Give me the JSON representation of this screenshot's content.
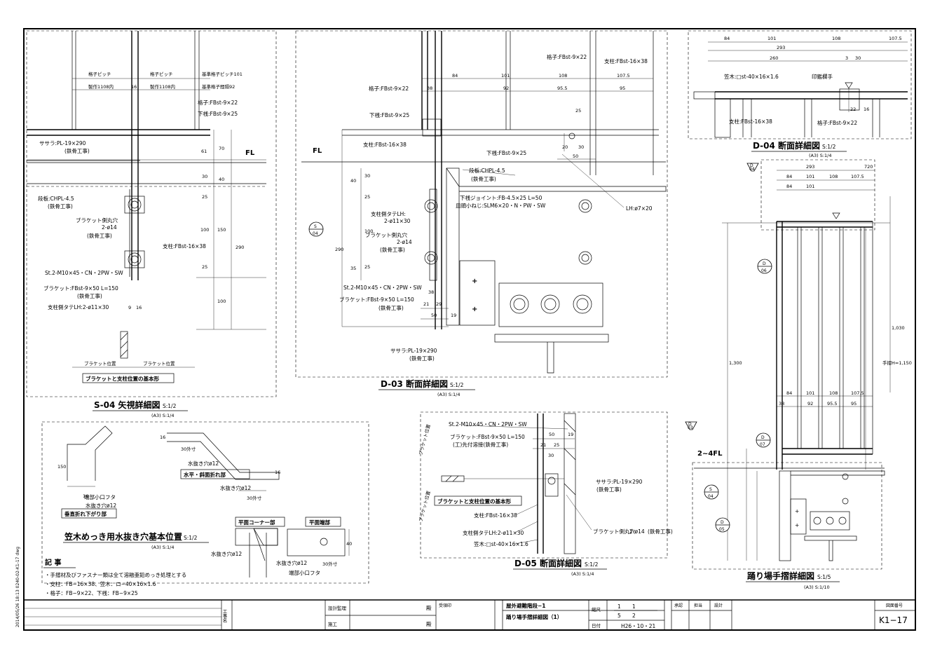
{
  "drawing": {
    "views": {
      "s04": {
        "title": "S-04 矢視詳細図",
        "scale": "S:1/2",
        "a3scale": "(A3) S:1/4",
        "basic_title": "ブラケットと支柱位置の基本形",
        "bracket_pos": "ブラケット位置"
      },
      "d03": {
        "title": "D-03 断面詳細図",
        "scale": "S:1/2",
        "a3scale": "(A3) S:1/4"
      },
      "d04": {
        "title": "D-04 断面詳細図",
        "scale": "S:1/2",
        "a3scale": "(A3) S:1/4"
      },
      "d05": {
        "title": "D-05 断面詳細図",
        "scale": "S:1/2",
        "a3scale": "(A3) S:1/4",
        "basic_title": "ブラケットと支柱位置の基本形",
        "bracket_pos": "ブラケット位置"
      },
      "drain": {
        "title": "笠木めっき用水抜き穴基本位置",
        "scale": "S:1/2",
        "a3scale": "(A3) S:1/4",
        "vertical": "垂直折れ下がり部",
        "horizontal": "水平・斜面折れ部",
        "corner": "平面コーナー部",
        "end": "平面端部"
      },
      "landing": {
        "title": "踊り場手摺詳細図",
        "scale": "S:1/5",
        "a3scale": "(A3) S:1/10",
        "fl_label": "2~4FL"
      }
    },
    "labels": {
      "sasara": "ササラ:PL-19×290",
      "tekkotsu": "(鉄骨工事)",
      "danita": "段板:CHPL-4.5",
      "bracket_hole": "ブラケット側丸穴",
      "hole14": "2-ø14",
      "shichu": "支柱:FBst-16×38",
      "bolt": "St.2-M10×45・CN・2PW・SW",
      "bracket": "ブラケット:FBst-9×50 L=150",
      "shichu_hole": "支柱側タテLH:2-ø11×30",
      "koshi": "格子:FBst-9×22",
      "shitasan": "下桟:FBst-9×25",
      "joint": "下桟ジョイント:FB-4.5×25 L=50",
      "screw": "皿頭小ねじ:SLM6×20・N・PW・SW",
      "lh": "LH:ø7×20",
      "kasagi": "笠木:□st-40×16×1.6",
      "marker": "印鑑欄手",
      "weld": "(工)先付溶接(鉄骨工事)",
      "mizunuki": "水抜き穴ø12",
      "endcap": "端部小口フタ",
      "fl": "FL",
      "koshi_pitch": "格子ピッチ",
      "std_pitch": "基準格子ピッチ101",
      "base_pitch": "基準格子間隔92",
      "inner1": "製作1108内",
      "inner2": "製作1108内",
      "hole_size": "30外寸",
      "shichu_tate": "支柱側タテLH:",
      "tate_hole": "2-ø11×30",
      "bracket_round": "ブラケット側丸穴"
    },
    "dims": {
      "d03_top": [
        "84",
        "101",
        "108",
        "107.5"
      ],
      "d03_mid": [
        "38",
        "92",
        "95.5",
        "95"
      ],
      "d04_top": [
        "84",
        "101",
        "108",
        "107.5"
      ],
      "d04_row2": "293",
      "d04_row3": "260",
      "d04_small": [
        "3",
        "30"
      ],
      "landing_top": [
        "293",
        "720"
      ],
      "landing_row": [
        "84",
        "101",
        "108",
        "107.5"
      ],
      "landing_h": "1,300",
      "landing_h2": "1,030",
      "landing_bottom": [
        "84",
        "101",
        "108",
        "107.5"
      ],
      "landing_bottom2": [
        "38",
        "92",
        "95.5",
        "95"
      ],
      "handrail_h": "手摺H=1,150",
      "s04_v": [
        "70",
        "61",
        "30",
        "40",
        "25",
        "150",
        "100",
        "290",
        "25",
        "100"
      ],
      "s04_b": [
        "9",
        "16"
      ],
      "d03_v": [
        "40",
        "30",
        "25",
        "100",
        "290",
        "35",
        "25"
      ],
      "d03_b": [
        "38",
        "21",
        "29",
        "50",
        "19"
      ],
      "d05_top": [
        "50",
        "19",
        "21",
        "25",
        "30"
      ]
    },
    "notes": {
      "title": "記 事",
      "lines": [
        "・手摺材及びファスナー類は全て溶融亜鉛めっき処理とする",
        "・支柱：FB−16×38、笠木：ロ−40×16×1.6",
        "・格子：FB−9×22、下桟：FB−9×25"
      ]
    },
    "markers": [
      {
        "top": "S",
        "bottom": "04"
      },
      {
        "top": "D",
        "bottom": "04"
      },
      {
        "top": "D",
        "bottom": "06"
      },
      {
        "top": "D",
        "bottom": "03"
      },
      {
        "top": "D",
        "bottom": "07"
      },
      {
        "top": "D",
        "bottom": "05"
      }
    ],
    "side_text": "2014/05/26 18:13   0240-02-K1-17 dwg"
  },
  "title_block": {
    "koji": "工事名",
    "sekkei": "設計監理",
    "seko": "施工",
    "tono": "殿",
    "project": "屋外避難階段−1",
    "sheet_name": "踊り場手摺詳細図（1）",
    "scale_label": "縮尺",
    "scale_vals": [
      "1",
      "1",
      "5",
      "2"
    ],
    "date_label": "日付",
    "date": "H26・10・21",
    "checks": [
      "承認",
      "担当",
      "設計"
    ],
    "sheet_label": "図面番号",
    "sheet_no": "K1−17",
    "stamp_label": "受領印"
  }
}
